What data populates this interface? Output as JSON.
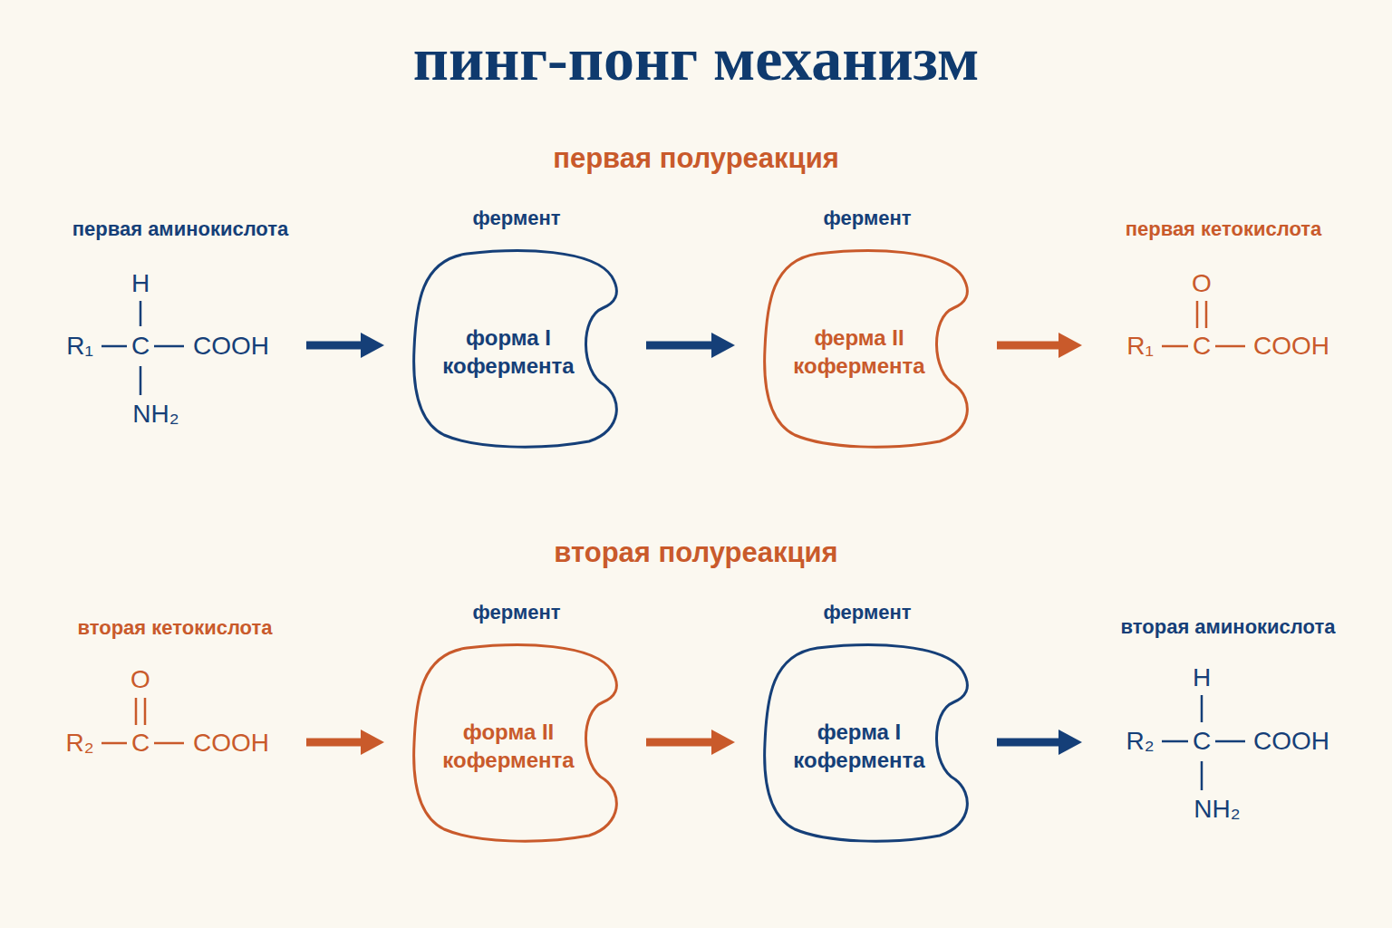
{
  "diagram": {
    "title": "пинг-понг механизм",
    "nodes": [
      {
        "text": [
          "первая аминокислота",
          "H",
          "R₁",
          "C",
          "COOH",
          "NH₂"
        ]
      },
      {
        "text": [
          "фермент",
          "форма I кофермента"
        ]
      },
      {
        "text": [
          "фермент",
          "ферма II кофермента"
        ]
      },
      {
        "text": [
          "первая кетокислота",
          "O",
          "R₁",
          "C",
          "COOH"
        ]
      },
      {
        "text": [
          "вторая кетокислота",
          "O",
          "R₂",
          "C",
          "COOH"
        ]
      },
      {
        "text": [
          "фермент",
          "форма II кофермента"
        ]
      },
      {
        "text": [
          "фермент",
          "ферма I кофермента"
        ]
      },
      {
        "text": [
          "вторая аминокислота",
          "H",
          "R₂",
          "C",
          "COOH",
          "NH₂"
        ]
      }
    ],
    "edges": [
      {
        "from": 0,
        "to": 1,
        "arrow": "to"
      },
      {
        "from": 1,
        "to": 2,
        "arrow": "to"
      },
      {
        "from": 2,
        "to": 3,
        "arrow": "to"
      },
      {
        "from": 4,
        "to": 5,
        "arrow": "to"
      },
      {
        "from": 5,
        "to": 6,
        "arrow": "to"
      },
      {
        "from": 6,
        "to": 7,
        "arrow": "to"
      }
    ],
    "labels": [
      "первая полуреакция",
      "вторая полуреакция"
    ]
  }
}
